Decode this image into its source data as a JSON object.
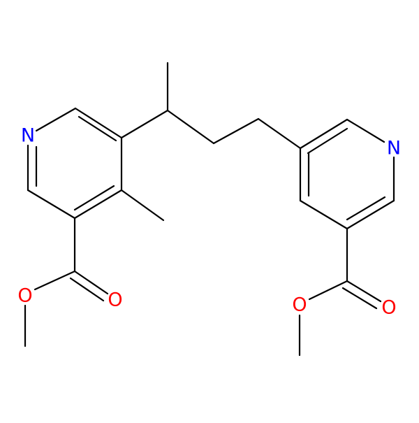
{
  "molecule": {
    "atoms": {
      "n_left": {
        "label": "N",
        "color": "#0000ff"
      },
      "n_right": {
        "label": "N",
        "color": "#0000ff"
      },
      "o_left_ether": {
        "label": "O",
        "color": "#ff0000"
      },
      "o_left_carbonyl": {
        "label": "O",
        "color": "#ff0000"
      },
      "o_right_ether": {
        "label": "O",
        "color": "#ff0000"
      },
      "o_right_carbonyl": {
        "label": "O",
        "color": "#ff0000"
      }
    },
    "colors": {
      "bond": "#000000",
      "nitrogen": "#0000ff",
      "oxygen": "#ff0000",
      "background": "#ffffff"
    }
  }
}
